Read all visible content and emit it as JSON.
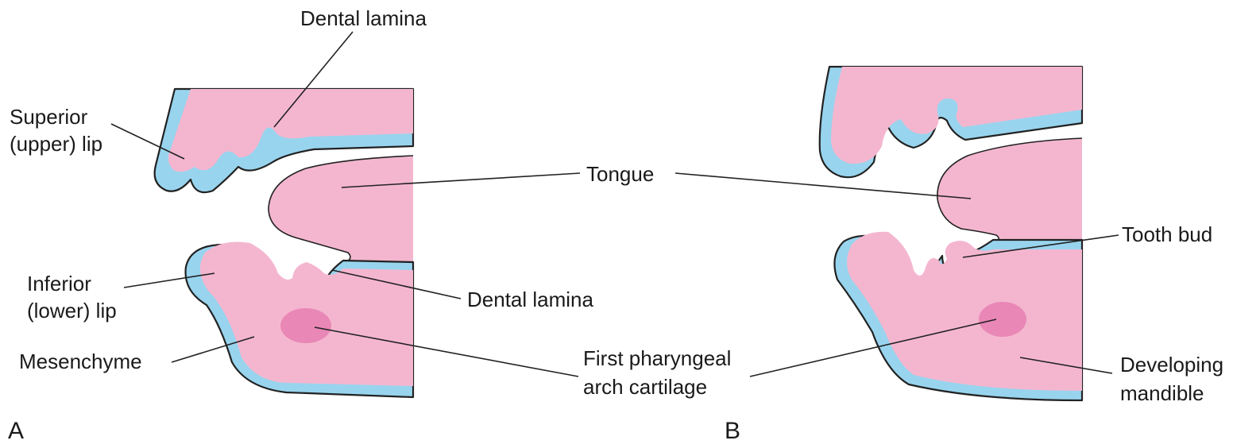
{
  "labels": {
    "dental_lamina_top": "Dental lamina",
    "superior_lip_1": "Superior",
    "superior_lip_2": "(upper) lip",
    "tongue": "Tongue",
    "inferior_lip_1": "Inferior",
    "inferior_lip_2": "(lower) lip",
    "dental_lamina_bottom": "Dental lamina",
    "mesenchyme": "Mesenchyme",
    "first_pharyngeal_1": "First pharyngeal",
    "first_pharyngeal_2": "arch cartilage",
    "tooth_bud": "Tooth bud",
    "developing_mandible_1": "Developing",
    "developing_mandible_2": "mandible"
  },
  "panels": {
    "a": "A",
    "b": "B"
  },
  "colors": {
    "tissue": "#f4b6cf",
    "epithelium": "#98d4ee",
    "cartilage": "#e67fb1",
    "outline": "#222222"
  }
}
